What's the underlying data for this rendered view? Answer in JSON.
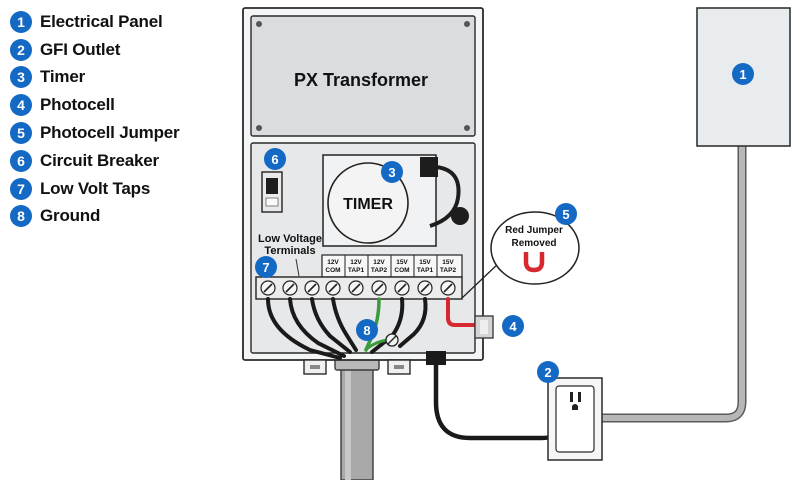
{
  "legend": [
    {
      "num": "1",
      "label": "Electrical Panel"
    },
    {
      "num": "2",
      "label": "GFI Outlet"
    },
    {
      "num": "3",
      "label": "Timer"
    },
    {
      "num": "4",
      "label": "Photocell"
    },
    {
      "num": "5",
      "label": "Photocell Jumper"
    },
    {
      "num": "6",
      "label": "Circuit Breaker"
    },
    {
      "num": "7",
      "label": "Low Volt Taps"
    },
    {
      "num": "8",
      "label": "Ground"
    }
  ],
  "transformer": {
    "title": "PX Transformer"
  },
  "timer": {
    "label": "TIMER"
  },
  "terminals": {
    "title_line1": "Low Voltage",
    "title_line2": "Terminals",
    "taps": [
      {
        "line1": "12V",
        "line2": "COM"
      },
      {
        "line1": "12V",
        "line2": "TAP1"
      },
      {
        "line1": "12V",
        "line2": "TAP2"
      },
      {
        "line1": "15V",
        "line2": "COM"
      },
      {
        "line1": "15V",
        "line2": "TAP1"
      },
      {
        "line1": "15V",
        "line2": "TAP2"
      }
    ]
  },
  "jumper_callout": {
    "line1": "Red Jumper",
    "line2": "Removed"
  },
  "markers": {
    "panel": "1",
    "outlet": "2",
    "timer": "3",
    "photocell": "4",
    "jumper": "5",
    "breaker": "6",
    "taps": "7",
    "ground": "8"
  },
  "colors": {
    "badge": "#1469c4",
    "jumper_red": "#d7282f",
    "ground_green": "#3a9b3a",
    "conduit_gray": "#9a9a9a"
  }
}
